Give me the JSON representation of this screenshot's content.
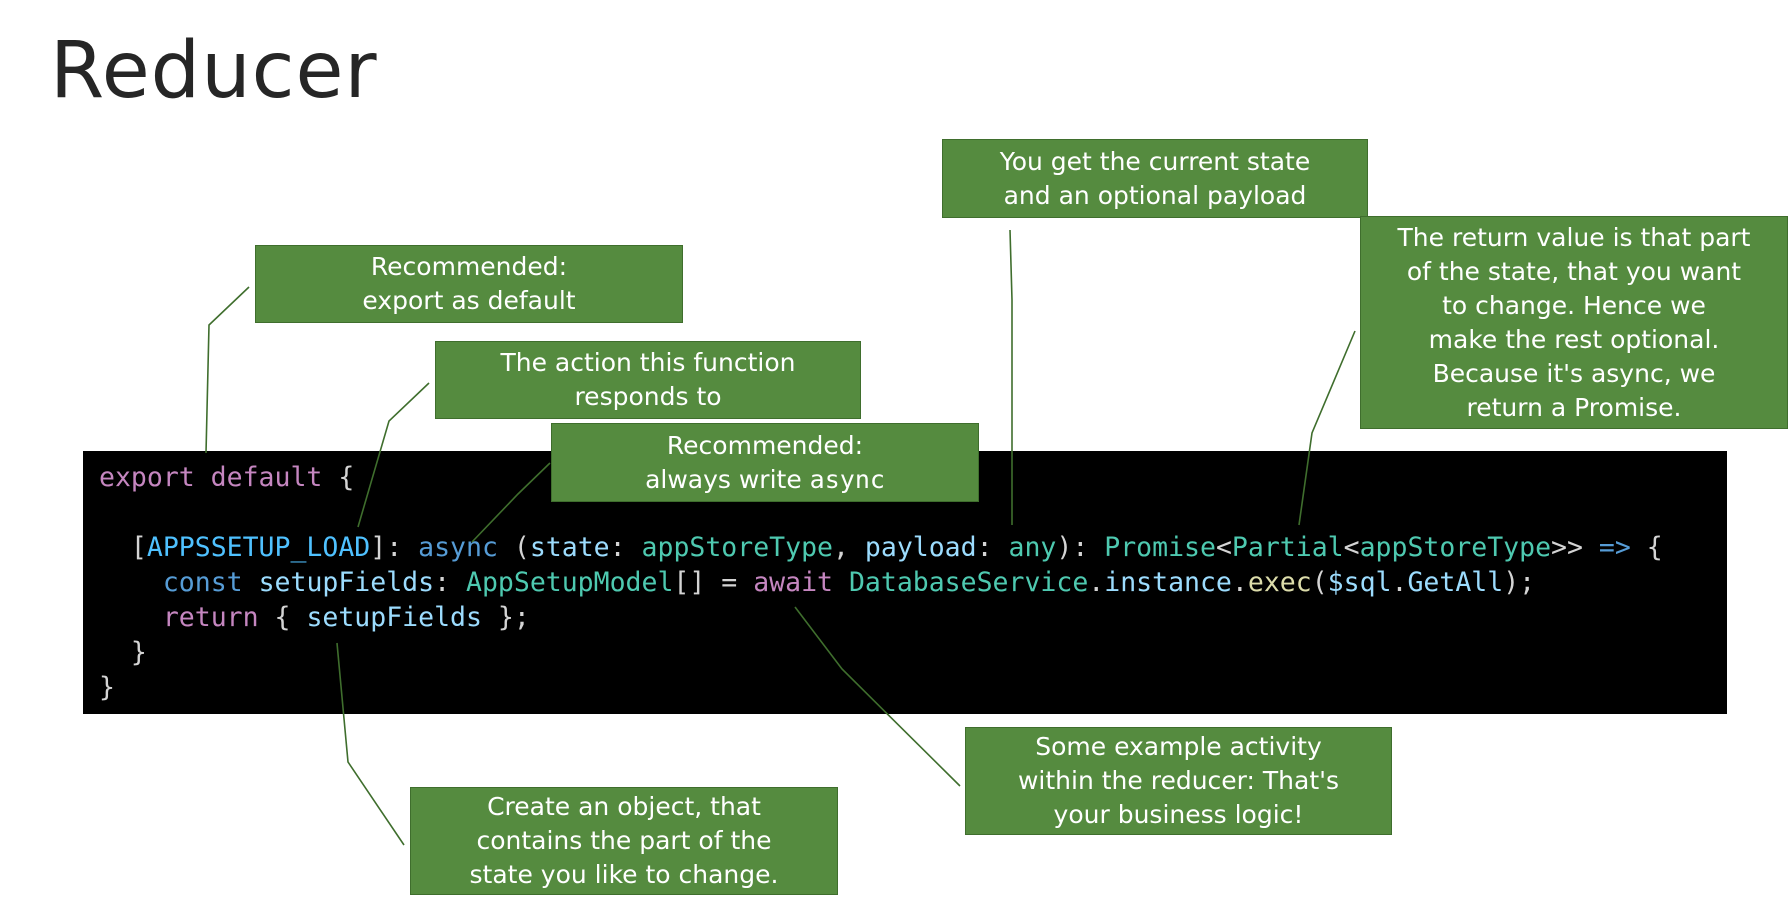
{
  "slide": {
    "title": "Reducer"
  },
  "code": {
    "lines": [
      [
        {
          "cls": "kw",
          "text": "export default"
        },
        {
          "cls": "plain",
          "text": " {"
        }
      ],
      [],
      [
        {
          "cls": "plain",
          "text": "  ["
        },
        {
          "cls": "sym",
          "text": "APPSSETUP_LOAD"
        },
        {
          "cls": "plain",
          "text": "]: "
        },
        {
          "cls": "kwb",
          "text": "async"
        },
        {
          "cls": "plain",
          "text": " ("
        },
        {
          "cls": "ident",
          "text": "state"
        },
        {
          "cls": "plain",
          "text": ": "
        },
        {
          "cls": "type",
          "text": "appStoreType"
        },
        {
          "cls": "plain",
          "text": ", "
        },
        {
          "cls": "ident",
          "text": "payload"
        },
        {
          "cls": "plain",
          "text": ": "
        },
        {
          "cls": "type",
          "text": "any"
        },
        {
          "cls": "plain",
          "text": "): "
        },
        {
          "cls": "type",
          "text": "Promise"
        },
        {
          "cls": "plain",
          "text": "<"
        },
        {
          "cls": "type",
          "text": "Partial"
        },
        {
          "cls": "plain",
          "text": "<"
        },
        {
          "cls": "type",
          "text": "appStoreType"
        },
        {
          "cls": "plain",
          "text": ">> "
        },
        {
          "cls": "kwb",
          "text": "=>"
        },
        {
          "cls": "plain",
          "text": " {"
        }
      ],
      [
        {
          "cls": "plain",
          "text": "    "
        },
        {
          "cls": "kwb",
          "text": "const"
        },
        {
          "cls": "plain",
          "text": " "
        },
        {
          "cls": "ident",
          "text": "setupFields"
        },
        {
          "cls": "plain",
          "text": ": "
        },
        {
          "cls": "type",
          "text": "AppSetupModel"
        },
        {
          "cls": "plain",
          "text": "[] = "
        },
        {
          "cls": "kw",
          "text": "await"
        },
        {
          "cls": "plain",
          "text": " "
        },
        {
          "cls": "type",
          "text": "DatabaseService"
        },
        {
          "cls": "plain",
          "text": "."
        },
        {
          "cls": "ident",
          "text": "instance"
        },
        {
          "cls": "plain",
          "text": "."
        },
        {
          "cls": "fn",
          "text": "exec"
        },
        {
          "cls": "plain",
          "text": "("
        },
        {
          "cls": "ident",
          "text": "$sql"
        },
        {
          "cls": "plain",
          "text": "."
        },
        {
          "cls": "ident",
          "text": "GetAll"
        },
        {
          "cls": "plain",
          "text": ");"
        }
      ],
      [
        {
          "cls": "plain",
          "text": "    "
        },
        {
          "cls": "kw",
          "text": "return"
        },
        {
          "cls": "plain",
          "text": " { "
        },
        {
          "cls": "ident",
          "text": "setupFields"
        },
        {
          "cls": "plain",
          "text": " };"
        }
      ],
      [
        {
          "cls": "plain",
          "text": "  }"
        }
      ],
      [
        {
          "cls": "plain",
          "text": "}"
        }
      ]
    ]
  },
  "callouts": {
    "export_default": {
      "line1": "Recommended:",
      "line2": "export as default"
    },
    "action": {
      "line1": "The action this function",
      "line2": "responds to"
    },
    "async": {
      "line1": "Recommended:",
      "line2_prefix": "always write ",
      "line2_code": "async"
    },
    "state_payload": {
      "line1": "You get the current state",
      "line2": "and an optional payload"
    },
    "return_value": {
      "line1": "The return value is that part",
      "line2": "of the state, that you want",
      "line3": "to change. Hence we",
      "line4": "make the rest optional.",
      "line5": "Because it's async, we",
      "line6": "return a Promise."
    },
    "business_logic": {
      "line1": "Some example activity",
      "line2": "within the reducer: That's",
      "line3": "your business logic!"
    },
    "create_object": {
      "line1": "Create an object, that",
      "line2": "contains the part of the",
      "line3": "state you like to change."
    }
  },
  "colors": {
    "callout_fill": "#558b3f",
    "callout_border": "#3f6e2d",
    "leader_line": "#3f6e2d",
    "code_background": "#000000"
  }
}
